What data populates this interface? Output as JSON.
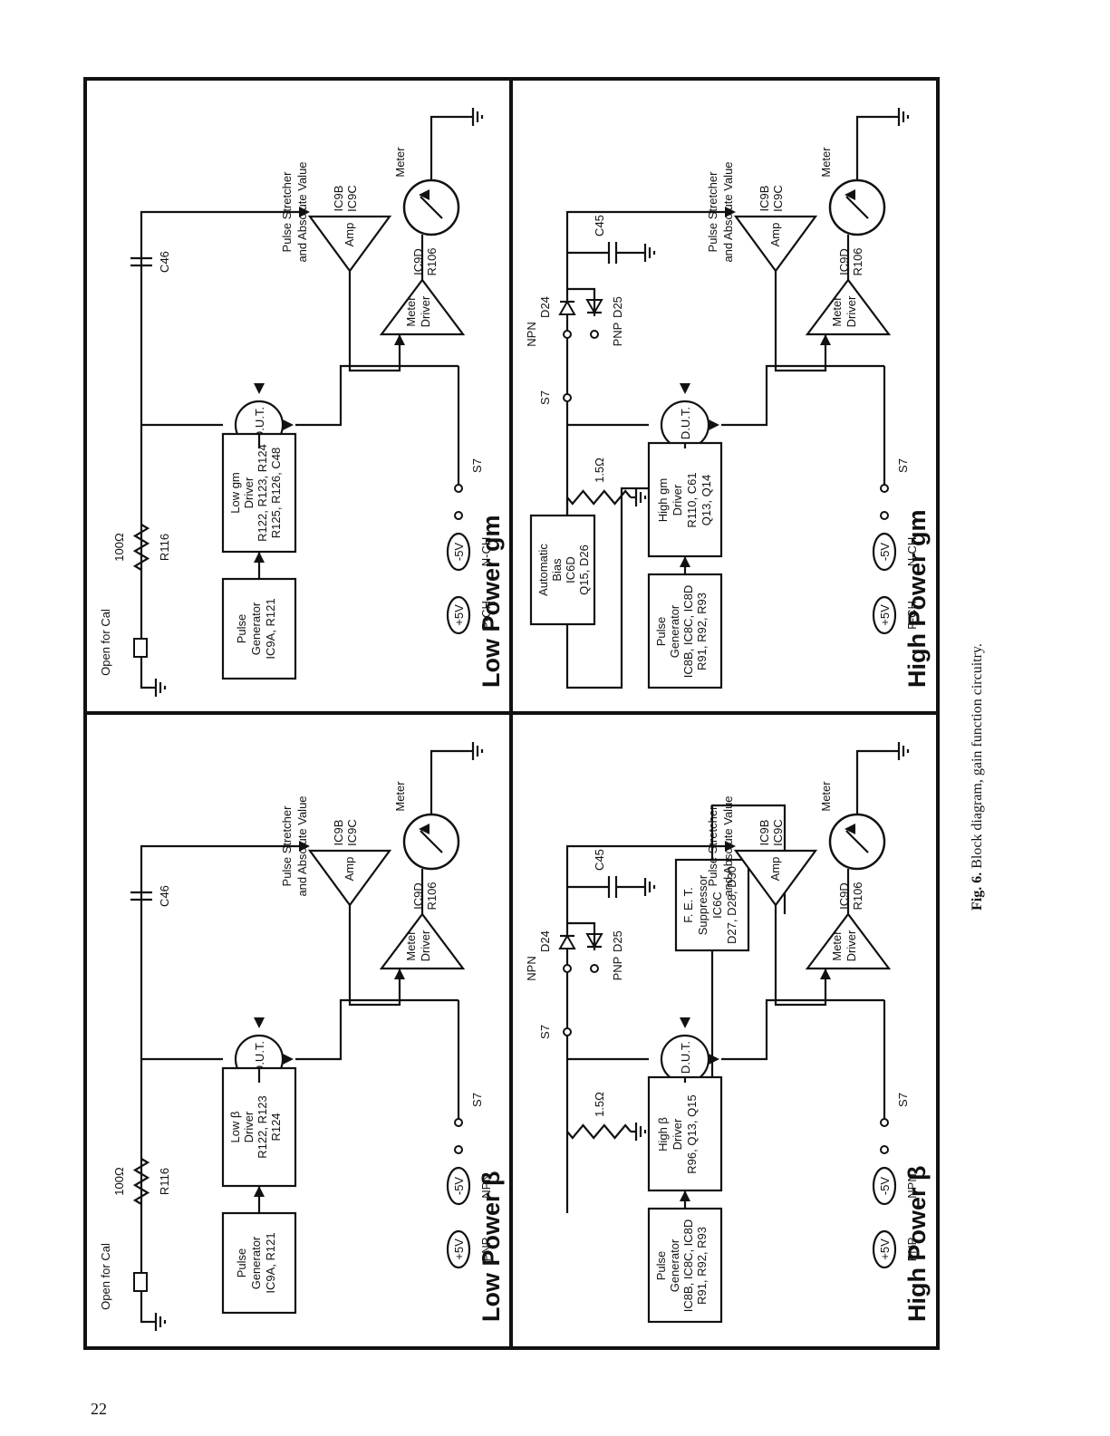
{
  "page_number": "22",
  "caption": {
    "fig": "Fig. 6.",
    "text": "Block diagram, gain function circuitry."
  },
  "panels": {
    "low_gm": {
      "title": "Low Power gm",
      "open_for_cal": "Open for Cal",
      "resistor": "100Ω",
      "resistor_ref": "R116",
      "cap": "C46",
      "amp_label": "Amp",
      "amp_refs": [
        "IC9B",
        "IC9C"
      ],
      "stretcher": [
        "Pulse Stretcher",
        "and Absolute Value"
      ],
      "meter": "Meter",
      "meter_driver": [
        "Meter",
        "Driver"
      ],
      "driver_refs": [
        "IC9D",
        "R106"
      ],
      "dut": "D.U.T.",
      "pulse_gen": [
        "Pulse",
        "Generator",
        "IC9A, R121"
      ],
      "driver_box": [
        "Low gm",
        "Driver",
        "R122, R123, R124",
        "R125, R126, C48"
      ],
      "switch": "S7",
      "supply1_label": "N-CH",
      "supply1": "-5V",
      "supply2_label": "P-CH",
      "supply2": "+5V"
    },
    "low_beta": {
      "title": "Low Power β",
      "open_for_cal": "Open for Cal",
      "resistor": "100Ω",
      "resistor_ref": "R116",
      "cap": "C46",
      "amp_label": "Amp",
      "amp_refs": [
        "IC9B",
        "IC9C"
      ],
      "stretcher": [
        "Pulse Stretcher",
        "and Absolute Value"
      ],
      "meter": "Meter",
      "meter_driver": [
        "Meter",
        "Driver"
      ],
      "driver_refs": [
        "IC9D",
        "R106"
      ],
      "dut": "D.U.T.",
      "pulse_gen": [
        "Pulse",
        "Generator",
        "IC9A, R121"
      ],
      "driver_box": [
        "Low β",
        "Driver",
        "R122, R123",
        "R124"
      ],
      "switch": "S7",
      "supply1_label": "NPN",
      "supply1": "-5V",
      "supply2_label": "PNP",
      "supply2": "+5V"
    },
    "high_gm": {
      "title": "High Power gm",
      "resistor": "1.5Ω",
      "cap": "C45",
      "diode1": "D24",
      "diode1_label": "NPN",
      "diode2": "D25",
      "diode2_label": "PNP",
      "amp_label": "Amp",
      "amp_refs": [
        "IC9B",
        "IC9C"
      ],
      "stretcher": [
        "Pulse Stretcher",
        "and Absolute Value"
      ],
      "meter": "Meter",
      "meter_driver": [
        "Meter",
        "Driver"
      ],
      "driver_refs": [
        "IC9D",
        "R106"
      ],
      "dut": "D.U.T.",
      "pulse_gen": [
        "Pulse",
        "Generator",
        "IC8B, IC8C, IC8D",
        "R91, R92, R93"
      ],
      "driver_box": [
        "High gm",
        "Driver",
        "R110, C61",
        "Q13, Q14"
      ],
      "bias_box": [
        "Automatic",
        "Bias",
        "IC6D",
        "Q15, D26"
      ],
      "switch": "S7",
      "supply1_label": "N-CH",
      "supply1": "-5V",
      "supply2_label": "P-CH",
      "supply2": "+5V"
    },
    "high_beta": {
      "title": "High Power β",
      "resistor": "1.5Ω",
      "cap": "C45",
      "diode1": "D24",
      "diode1_label": "NPN",
      "diode2": "D25",
      "diode2_label": "PNP",
      "amp_label": "Amp",
      "amp_refs": [
        "IC9B",
        "IC9C"
      ],
      "stretcher": [
        "Pulse Stretcher",
        "and Absolute Value"
      ],
      "meter": "Meter",
      "meter_driver": [
        "Meter",
        "Driver"
      ],
      "driver_refs": [
        "IC9D",
        "R106"
      ],
      "dut": "D.U.T.",
      "pulse_gen": [
        "Pulse",
        "Generator",
        "IC8B, IC8C, IC8D",
        "R91, R92, R93"
      ],
      "driver_box": [
        "High β",
        "Driver",
        "R96, Q13, Q15"
      ],
      "fet_box": [
        "F. E. T.",
        "Suppressor",
        "IC6C",
        "D27, D28, D30"
      ],
      "switch": "S7",
      "supply1_label": "NPN",
      "supply1": "-5V",
      "supply2_label": "PNP",
      "supply2": "+5V"
    }
  }
}
